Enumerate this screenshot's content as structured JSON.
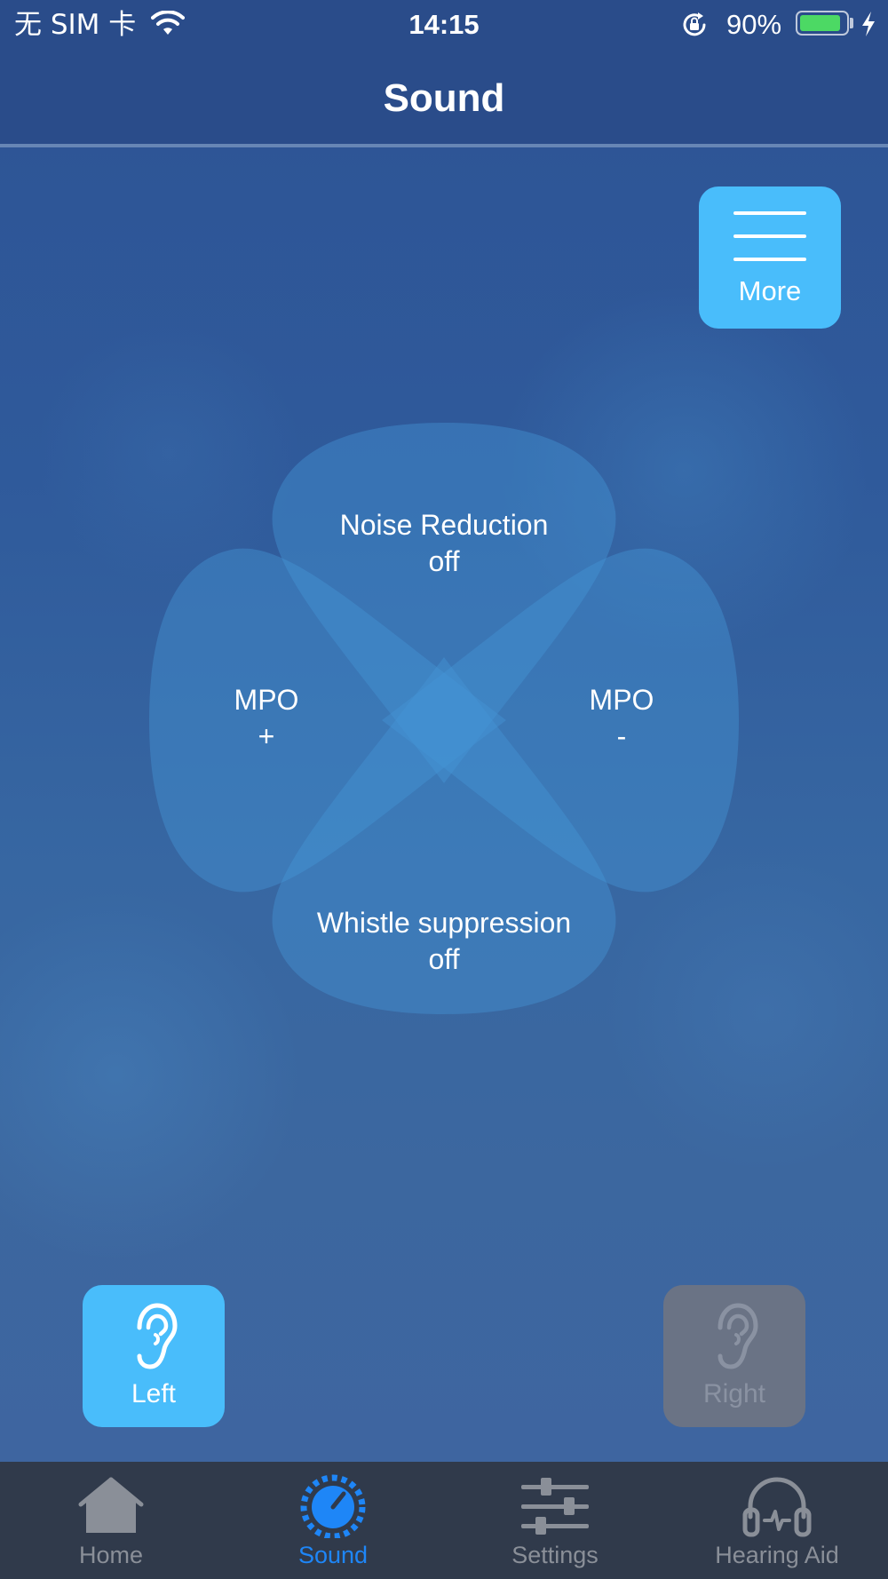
{
  "status_bar": {
    "carrier": "无 SIM 卡",
    "time": "14:15",
    "battery_percent": "90%",
    "battery_level": 0.9,
    "icons": [
      "wifi-icon",
      "rotation-lock-icon",
      "battery-icon",
      "charging-bolt-icon"
    ]
  },
  "header": {
    "title": "Sound"
  },
  "more_button": {
    "label": "More",
    "icon": "hamburger-menu-icon"
  },
  "controls": {
    "top": {
      "line1": "Noise Reduction",
      "line2": "off"
    },
    "left": {
      "line1": "MPO",
      "line2": "+"
    },
    "right": {
      "line1": "MPO",
      "line2": "-"
    },
    "bottom": {
      "line1": "Whistle suppression",
      "line2": "off"
    }
  },
  "ear_selector": {
    "left": {
      "label": "Left",
      "active": true,
      "icon": "ear-icon"
    },
    "right": {
      "label": "Right",
      "active": false,
      "icon": "ear-icon"
    }
  },
  "tab_bar": {
    "tabs": [
      {
        "label": "Home",
        "icon": "home-icon",
        "active": false
      },
      {
        "label": "Sound",
        "icon": "sound-dial-icon",
        "active": true
      },
      {
        "label": "Settings",
        "icon": "sliders-icon",
        "active": false
      },
      {
        "label": "Hearing Aid",
        "icon": "headphones-icon",
        "active": false
      }
    ]
  },
  "colors": {
    "accent": "#49bdfb",
    "active_tab": "#1e86f7",
    "inactive_tab": "#8a8f98",
    "tab_bar_bg": "#303a4b",
    "header_bg": "#2a4c8a",
    "battery_green": "#4cd964",
    "inactive_button": "#6a7385"
  }
}
